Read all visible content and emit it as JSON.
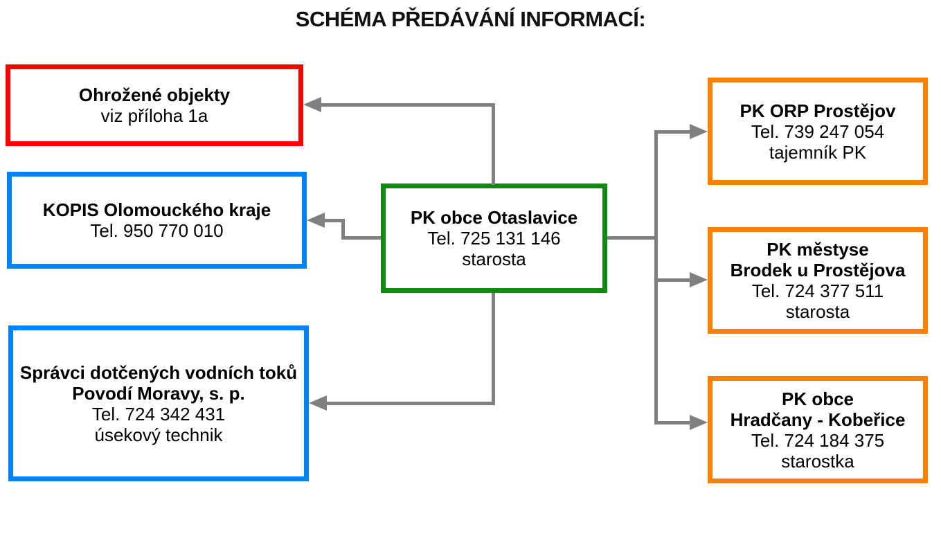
{
  "title": "SCHÉMA PŘEDÁVÁNÍ INFORMACÍ:",
  "colors": {
    "red": "#FF0000",
    "blue": "#0082FA",
    "green": "#108A10",
    "orange": "#FF8000",
    "connector_gray": "#808080",
    "background": "#FFFFFF",
    "text": "#000000"
  },
  "nodes": {
    "ohrozene_objekty": {
      "border_color": "#FF0000",
      "lines": [
        "Ohrožené objekty",
        "viz příloha 1a"
      ]
    },
    "kopis": {
      "border_color": "#0082FA",
      "lines": [
        "KOPIS Olomouckého kraje",
        "Tel. 950 770 010"
      ]
    },
    "spravci_toku": {
      "border_color": "#0082FA",
      "lines": [
        "Správci dotčených vodních toků",
        "Povodí Moravy, s. p.",
        "Tel. 724 342 431",
        "úsekový technik"
      ]
    },
    "pk_obce_otaslavice": {
      "border_color": "#108A10",
      "lines": [
        "PK obce Otaslavice",
        "Tel. 725 131 146",
        "starosta"
      ]
    },
    "pk_orp_prostejov": {
      "border_color": "#FF8000",
      "lines": [
        "PK ORP Prostějov",
        "Tel. 739 247 054",
        "tajemník PK"
      ]
    },
    "pk_mestyse_brodek": {
      "border_color": "#FF8000",
      "lines": [
        "PK městyse",
        "Brodek u Prostějova",
        "Tel. 724 377 511",
        "starosta"
      ]
    },
    "pk_obce_hradcany": {
      "border_color": "#FF8000",
      "lines": [
        "PK obce",
        "Hradčany - Kobeřice",
        "Tel. 724 184 375",
        "starostka"
      ]
    }
  },
  "edges": [
    {
      "from": "pk_obce_otaslavice",
      "to": "ohrozene_objekty"
    },
    {
      "from": "pk_obce_otaslavice",
      "to": "kopis"
    },
    {
      "from": "pk_obce_otaslavice",
      "to": "spravci_toku"
    },
    {
      "from": "pk_obce_otaslavice",
      "to": "pk_orp_prostejov"
    },
    {
      "from": "pk_obce_otaslavice",
      "to": "pk_mestyse_brodek"
    },
    {
      "from": "pk_obce_otaslavice",
      "to": "pk_obce_hradcany"
    }
  ]
}
